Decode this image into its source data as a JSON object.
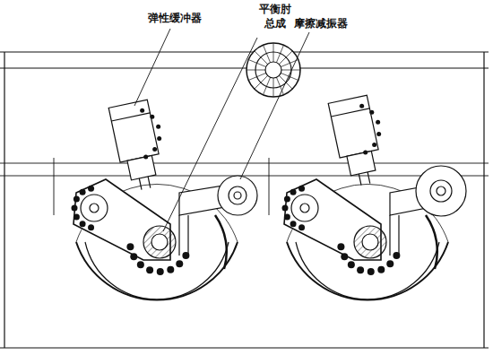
{
  "diagram": {
    "labels": [
      "弹性缓冲器",
      "平衡肘 总成",
      "摩擦减振器"
    ]
  }
}
